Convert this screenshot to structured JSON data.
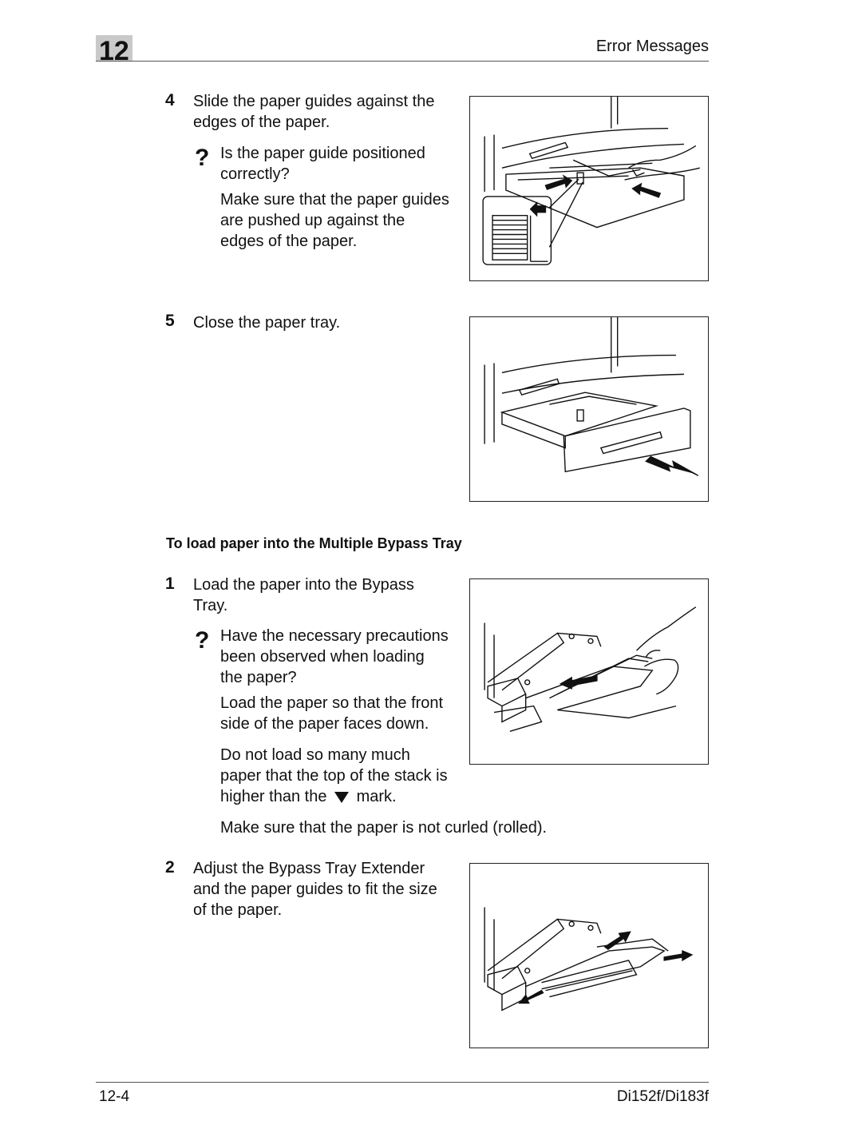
{
  "header": {
    "chapter": "12",
    "title": "Error Messages"
  },
  "steps_tray": [
    {
      "number": "4",
      "text": [
        "Slide the paper guides against the",
        "edges of the paper."
      ],
      "question": [
        "Is the paper guide positioned",
        "correctly?"
      ],
      "answer": [
        "Make sure that the paper guides",
        "are pushed up against the",
        "edges of the paper."
      ]
    },
    {
      "number": "5",
      "text": [
        "Close the paper tray."
      ]
    }
  ],
  "section_heading": "To load paper into the Multiple Bypass Tray",
  "steps_bypass": [
    {
      "number": "1",
      "text": [
        "Load the paper into the Bypass",
        "Tray."
      ],
      "question": [
        "Have the necessary precautions",
        "been observed when loading",
        "the paper?"
      ],
      "answer1": [
        "Load the paper so that the front",
        "side of the paper faces down."
      ],
      "answer2": [
        "Do not load so many much",
        "paper that the top of the stack is"
      ],
      "answer2_last_before": "higher than the",
      "answer2_last_after": "mark.",
      "note": "Make sure that the paper is not curled (rolled)."
    },
    {
      "number": "2",
      "text": [
        "Adjust the Bypass Tray Extender",
        "and the paper guides to fit the size",
        "of the paper."
      ]
    }
  ],
  "question_symbol": "?",
  "footer": {
    "page": "12-4",
    "model": "Di152f/Di183f"
  }
}
